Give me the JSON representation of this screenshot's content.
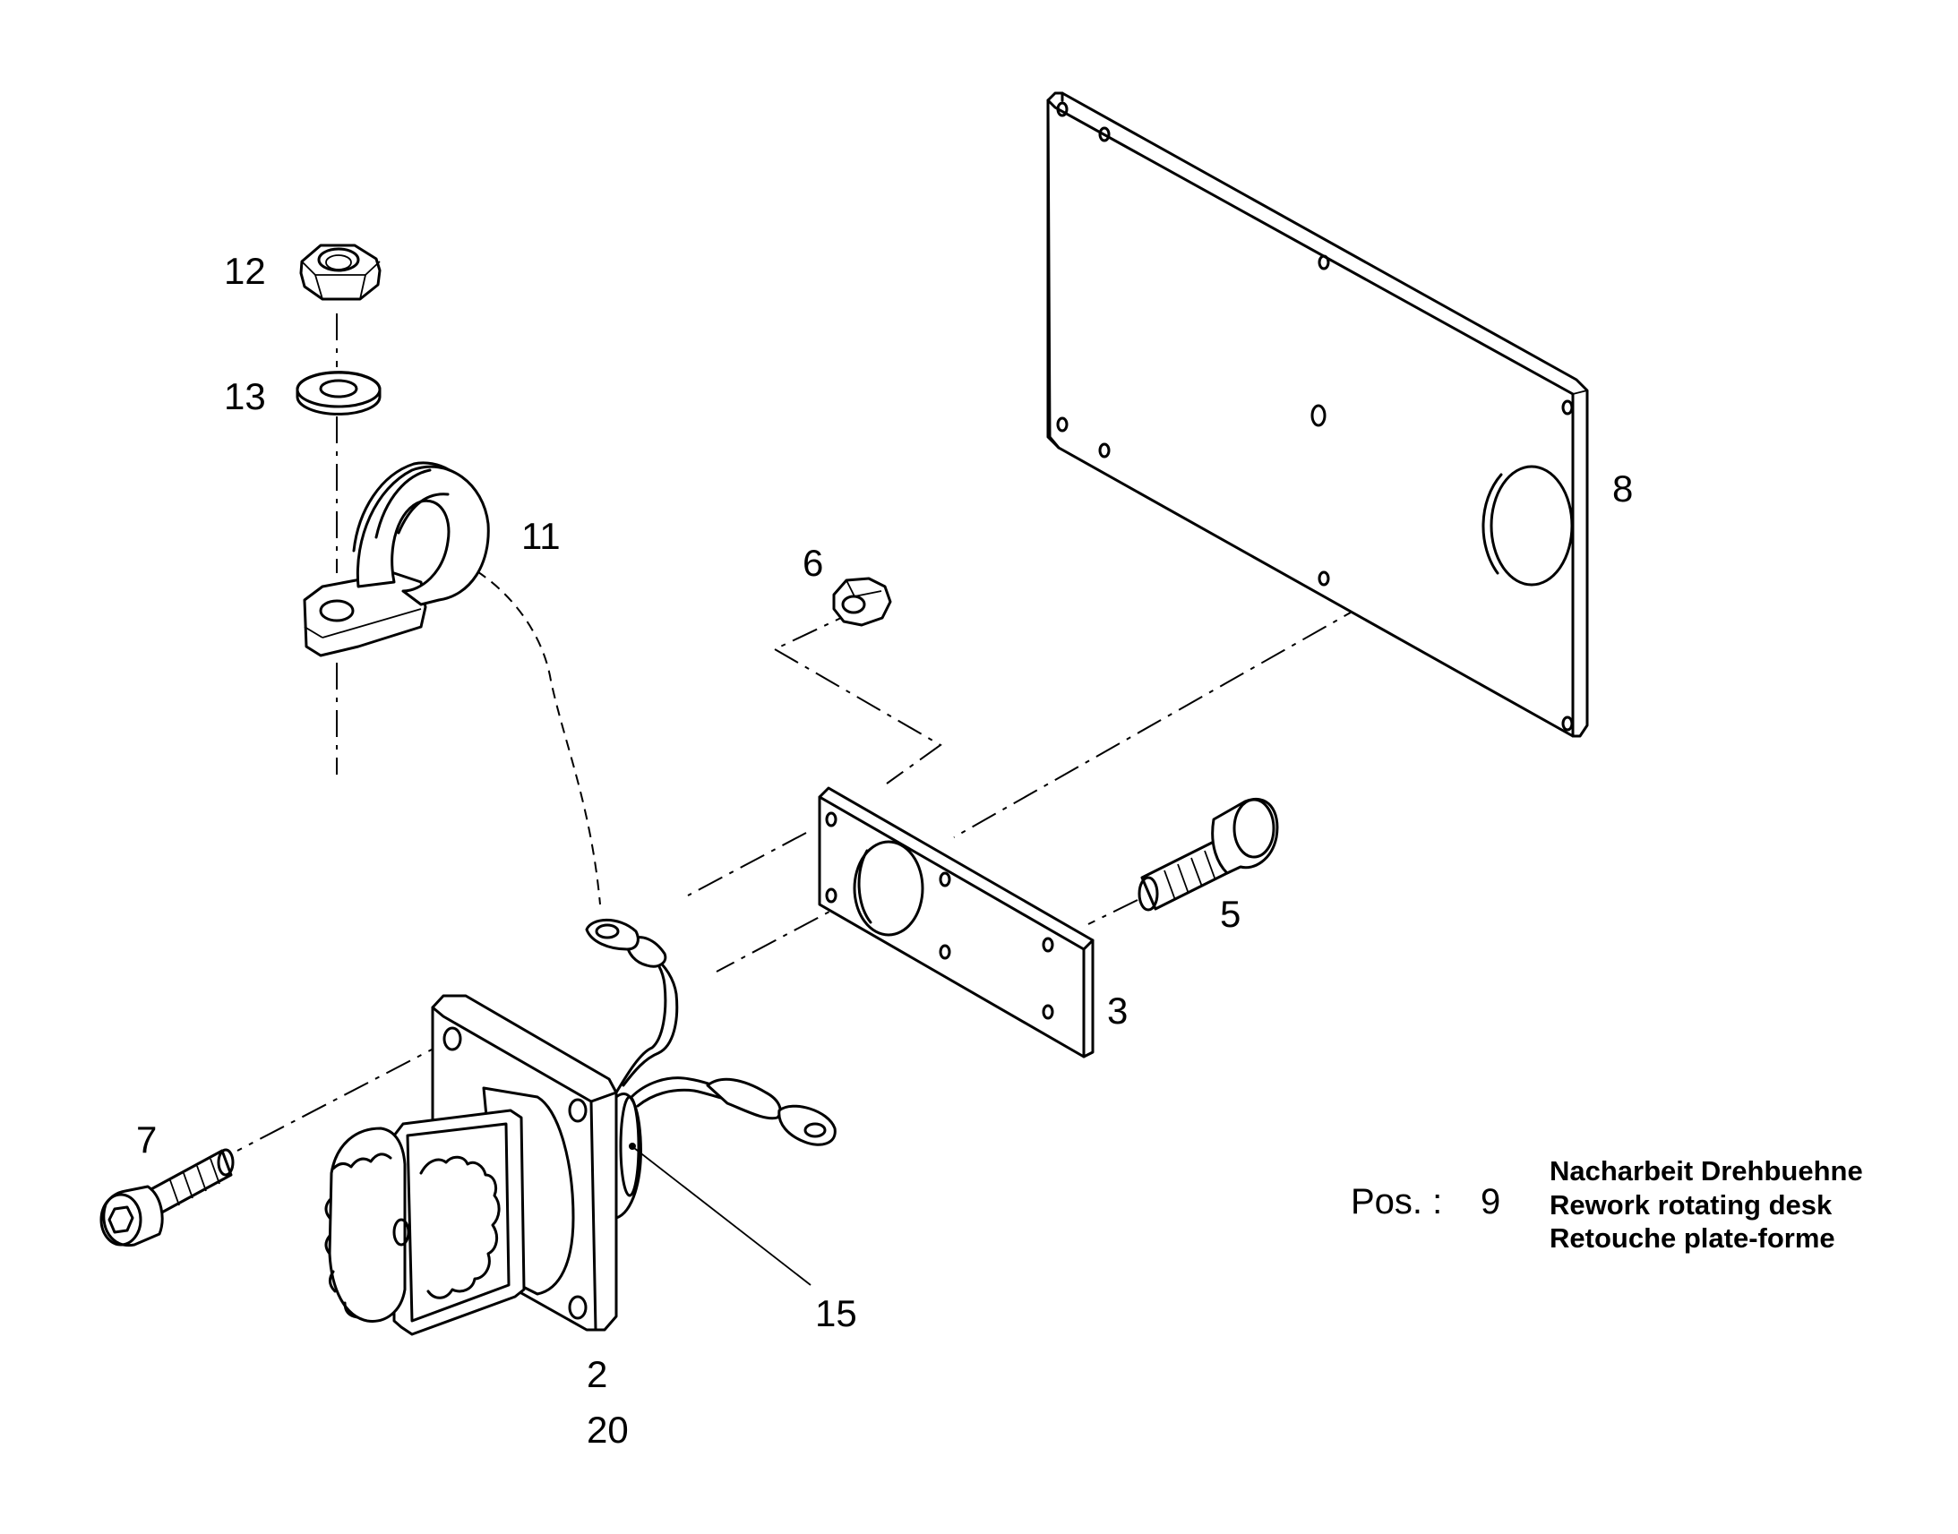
{
  "labels": {
    "part_12": "12",
    "part_13": "13",
    "part_11": "11",
    "part_6": "6",
    "part_8": "8",
    "part_5": "5",
    "part_3": "3",
    "part_7": "7",
    "part_15": "15",
    "part_2": "2",
    "part_20": "20"
  },
  "position": {
    "prefix": "Pos. :",
    "number": "9"
  },
  "description": {
    "de": "Nacharbeit Drehbuehne",
    "en": "Rework rotating desk",
    "fr": "Retouche plate-forme"
  }
}
